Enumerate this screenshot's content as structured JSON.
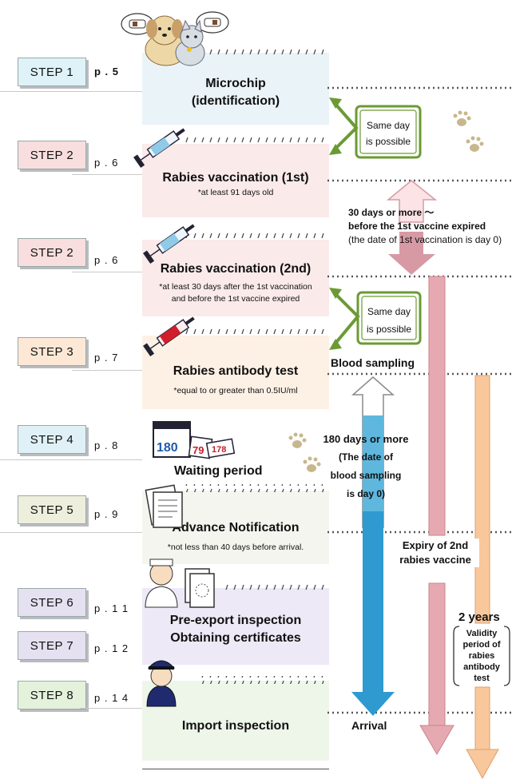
{
  "steps": [
    {
      "label": "STEP 1",
      "page": "p . 5"
    },
    {
      "label": "STEP 2",
      "page": "p . 6"
    },
    {
      "label": "STEP 2",
      "page": "p . 6"
    },
    {
      "label": "STEP 3",
      "page": "p . 7"
    },
    {
      "label": "STEP 4",
      "page": "p . 8"
    },
    {
      "label": "STEP 5",
      "page": "p . 9"
    },
    {
      "label": "STEP 6",
      "page": "p . 1 1"
    },
    {
      "label": "STEP 7",
      "page": "p . 1 2"
    },
    {
      "label": "STEP 8",
      "page": "p . 1 4"
    }
  ],
  "cards": {
    "microchip": {
      "title_1": "Microchip",
      "title_2": "(identification)"
    },
    "vacc1": {
      "title": "Rabies vaccination (1st)",
      "note": "*at least 91 days old"
    },
    "vacc2": {
      "title": "Rabies vaccination (2nd)",
      "note_1": "*at least 30 days after the 1st vaccination",
      "note_2": "and before the 1st vaccine expired"
    },
    "antibody": {
      "title": "Rabies antibody test",
      "note": "*equal to or greater than 0.5IU/ml"
    },
    "waiting": {
      "title": "Waiting period"
    },
    "notification": {
      "title": "Advance Notification",
      "note": "*not less than 40 days before arrival."
    },
    "preexport": {
      "title_1": "Pre-export inspection",
      "title_2": "Obtaining certificates"
    },
    "import": {
      "title": "Import inspection"
    }
  },
  "calendar": {
    "num_1": "180",
    "num_2": "79",
    "num_3": "178"
  },
  "same_day": {
    "line_1": "Same day",
    "line_2": "is possible"
  },
  "notes": {
    "thirty_days_1": "30 days or more ～",
    "thirty_days_2": "before the 1st vaccine expired",
    "thirty_days_3": "(the date of 1st vaccination is day 0)",
    "blood_sampling": "Blood sampling",
    "days180_1": "180 days or more",
    "days180_2": "(The date of",
    "days180_3": "blood sampling",
    "days180_4": "is day 0)",
    "arrival": "Arrival",
    "expiry_1": "Expiry of 2nd",
    "expiry_2": "rabies vaccine",
    "two_years": "2 years",
    "validity_1": "Validity",
    "validity_2": "period of",
    "validity_3": "rabies",
    "validity_4": "antibody",
    "validity_5": "test"
  },
  "colors": {
    "step1": "#def2f8",
    "step2": "#f8dede",
    "step3": "#fde8d6",
    "step4": "#dff1f7",
    "step5": "#eeeedd",
    "step6": "#e5e1f1",
    "step7": "#e5e1f1",
    "step8": "#e4f2dc",
    "green": "#6b9a34",
    "pink_arrow": "#d79aa4",
    "blue_arrow": "#2c9ad0",
    "orange_arrow": "#f6b780"
  }
}
